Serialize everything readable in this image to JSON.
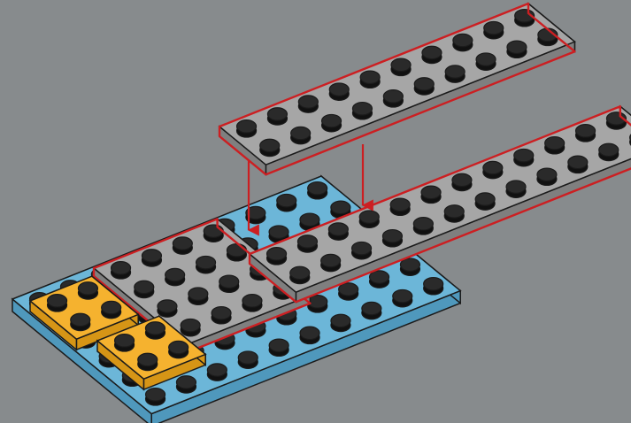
{
  "scene": {
    "type": "lego-assembly-instruction-step",
    "background_color": "#878b8d",
    "outline_color": "#1b1b1b",
    "highlight_color": "#cc1f22",
    "arrow_color": "#cc1f22",
    "arrow_count": 2,
    "base_plate": {
      "color": "#6cb6d8",
      "side_color": "#4f98bc"
    },
    "placed_plate": {
      "color": "#a6a6a6",
      "side_color": "#7f7f7f",
      "highlighted": true
    },
    "long_plate_on_base": {
      "color": "#a6a6a6",
      "side_color": "#7f7f7f",
      "highlighted": true,
      "studs_across": 12,
      "studs_deep": 2
    },
    "incoming_plate": {
      "color": "#a6a6a6",
      "side_color": "#7f7f7f",
      "highlighted": true,
      "studs_across": 10,
      "studs_deep": 2
    },
    "yellow_bricks": {
      "color": "#f5b22f",
      "side_color": "#d69516",
      "count": 2
    }
  }
}
